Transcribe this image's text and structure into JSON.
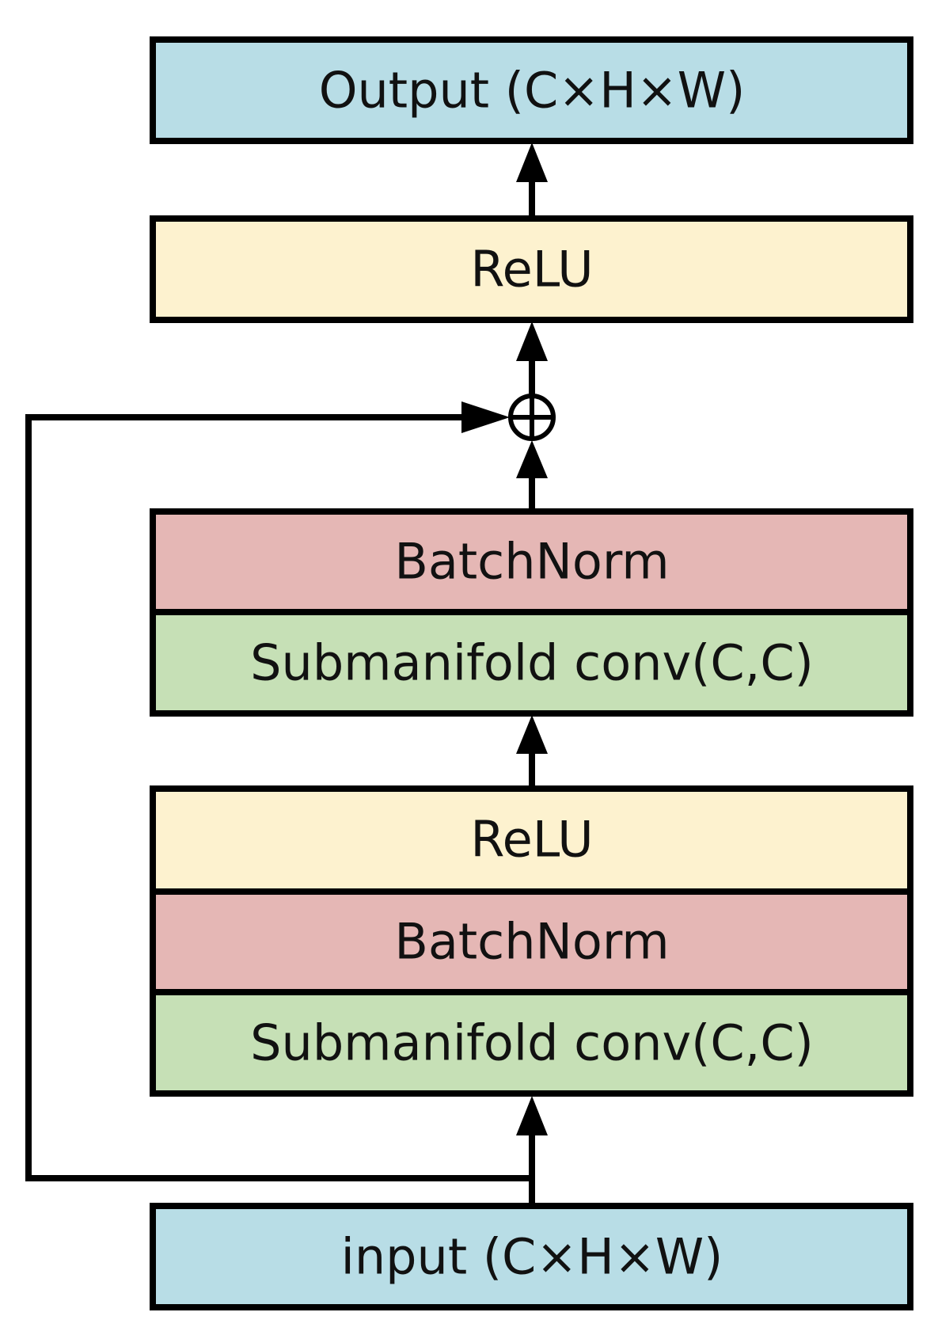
{
  "diagram": {
    "output": {
      "label": "Output (C×H×W)"
    },
    "relu_top": {
      "label": "ReLU"
    },
    "add_symbol": "⊕",
    "block_upper": {
      "batchnorm": {
        "label": "BatchNorm"
      },
      "conv": {
        "label": "Submanifold conv(C,C)"
      }
    },
    "block_lower": {
      "relu": {
        "label": "ReLU"
      },
      "batchnorm": {
        "label": "BatchNorm"
      },
      "conv": {
        "label": "Submanifold conv(C,C)"
      }
    },
    "input": {
      "label": "input (C×H×W)"
    }
  },
  "colors": {
    "io_blue": "#b8dde6",
    "relu_yellow": "#fdf2cf",
    "batchnorm_pink": "#e5b7b5",
    "conv_green": "#c6e0b6",
    "stroke": "#000000"
  }
}
